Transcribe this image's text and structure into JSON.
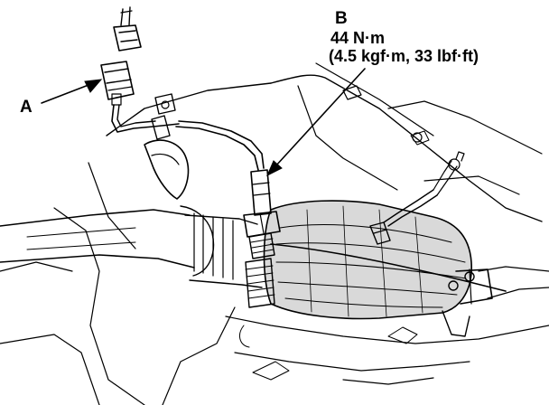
{
  "callouts": {
    "a": {
      "letter": "A"
    },
    "b": {
      "letter": "B",
      "torque_nm": "44 N·m",
      "torque_alt": "(4.5 kgf·m, 33 lbf·ft)"
    }
  },
  "colors": {
    "ink": "#000000",
    "paper": "#ffffff",
    "converter_fill": "#d9d9d9"
  }
}
